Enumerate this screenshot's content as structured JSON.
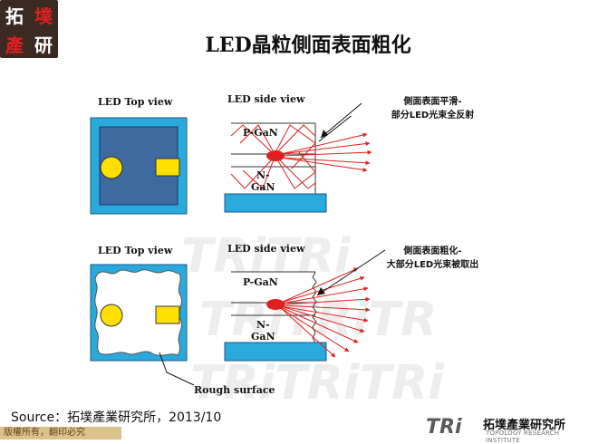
{
  "logo": {
    "chars": [
      "拓",
      "墣",
      "產",
      "研"
    ]
  },
  "title": "LED晶粒側面表面粗化",
  "top": {
    "top_view_label": "LED Top view",
    "side_view_label": "LED side view",
    "p_layer": "P-GaN",
    "n_layer": "N-\nGaN",
    "note_line1": "側面表面平滑-",
    "note_line2": "部分LED光束全反射"
  },
  "bottom": {
    "top_view_label": "LED Top view",
    "side_view_label": "LED side view",
    "p_layer": "P-GaN",
    "n_layer": "N-\nGaN",
    "note_line1": "側面表面粗化-",
    "note_line2": "大部分LED光束被取出",
    "rough_label": "Rough surface"
  },
  "source": "Source：拓墣產業研究所，2013/10",
  "copyright": "版權所有，翻印必究",
  "footer_logo": {
    "mark": "TRi",
    "name": "拓墣產業研究所",
    "sub": "TOPOLOGY RESEARCH INSTITUTE"
  },
  "colors": {
    "blue": "#29a9dc",
    "dark_blue": "#3e6aa0",
    "yellow": "#ffe000",
    "red": "#e02020",
    "watermark": "#ececec"
  }
}
